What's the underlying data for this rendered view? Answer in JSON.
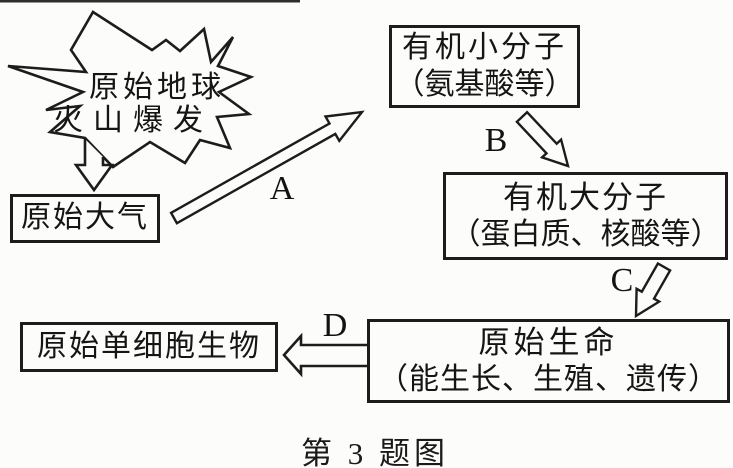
{
  "figure": {
    "type": "flow-diagram",
    "topic": "origin of life (chemical evolution)",
    "caption": "第 3 题图"
  },
  "burst": {
    "line1": "原始地球",
    "line2": "火山爆发"
  },
  "boxes": {
    "atmosphere": {
      "label": "原始大气"
    },
    "small_molecules": {
      "line1": "有机小分子",
      "line2": "（氨基酸等）"
    },
    "macro_molecules": {
      "line1": "有机大分子",
      "line2": "（蛋白质、核酸等）"
    },
    "primitive_life": {
      "line1": "原始生命",
      "line2": "（能生长、生殖、遗传）"
    },
    "unicellular": {
      "label": "原始单细胞生物"
    }
  },
  "arrow_labels": {
    "a": "A",
    "b": "B",
    "c": "C",
    "d": "D"
  },
  "colors": {
    "ink": "#1c1c1c",
    "paper": "#fcfcfa"
  }
}
